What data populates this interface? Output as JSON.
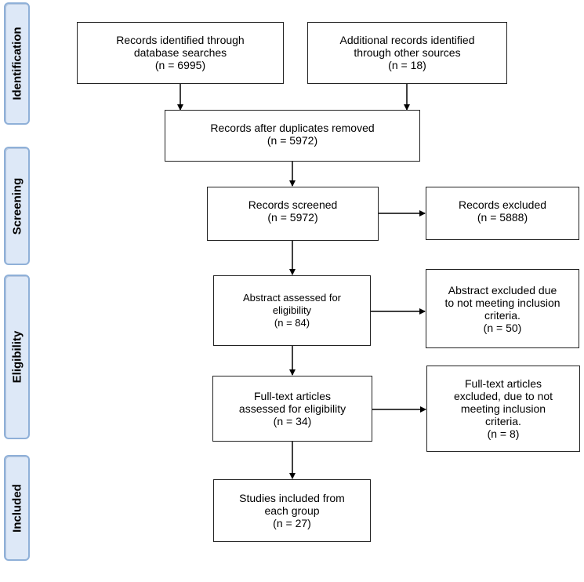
{
  "phases": [
    {
      "id": "identification",
      "label": "Identification"
    },
    {
      "id": "screening",
      "label": "Screening"
    },
    {
      "id": "eligibility",
      "label": "Eligibility"
    },
    {
      "id": "included",
      "label": "Included"
    }
  ],
  "boxes": {
    "database": {
      "lines": [
        "Records identified through",
        "database searches",
        "(n = 6995)"
      ]
    },
    "other": {
      "lines": [
        "Additional records identified",
        "through other sources",
        "(n = 18)"
      ]
    },
    "duplicates": {
      "lines": [
        "Records after duplicates removed",
        "(n = 5972)"
      ]
    },
    "screened": {
      "lines": [
        "Records screened",
        "(n = 5972)"
      ]
    },
    "excluded": {
      "lines": [
        "Records excluded",
        "(n = 5888)"
      ]
    },
    "abstract": {
      "lines": [
        "Abstract assessed for",
        "eligibility",
        "(n = 84)"
      ]
    },
    "abstract_excluded": {
      "lines": [
        "Abstract excluded due",
        "to not meeting inclusion",
        "criteria.",
        "(n = 50)"
      ]
    },
    "fulltext": {
      "lines": [
        "Full-text articles",
        "assessed for eligibility",
        "(n = 34)"
      ]
    },
    "fulltext_excluded": {
      "lines": [
        "Full-text articles",
        "excluded, due to not",
        "meeting inclusion",
        "criteria.",
        "(n = 8)"
      ]
    },
    "included": {
      "lines": [
        "Studies included from",
        "each group",
        "(n = 27)"
      ]
    }
  }
}
